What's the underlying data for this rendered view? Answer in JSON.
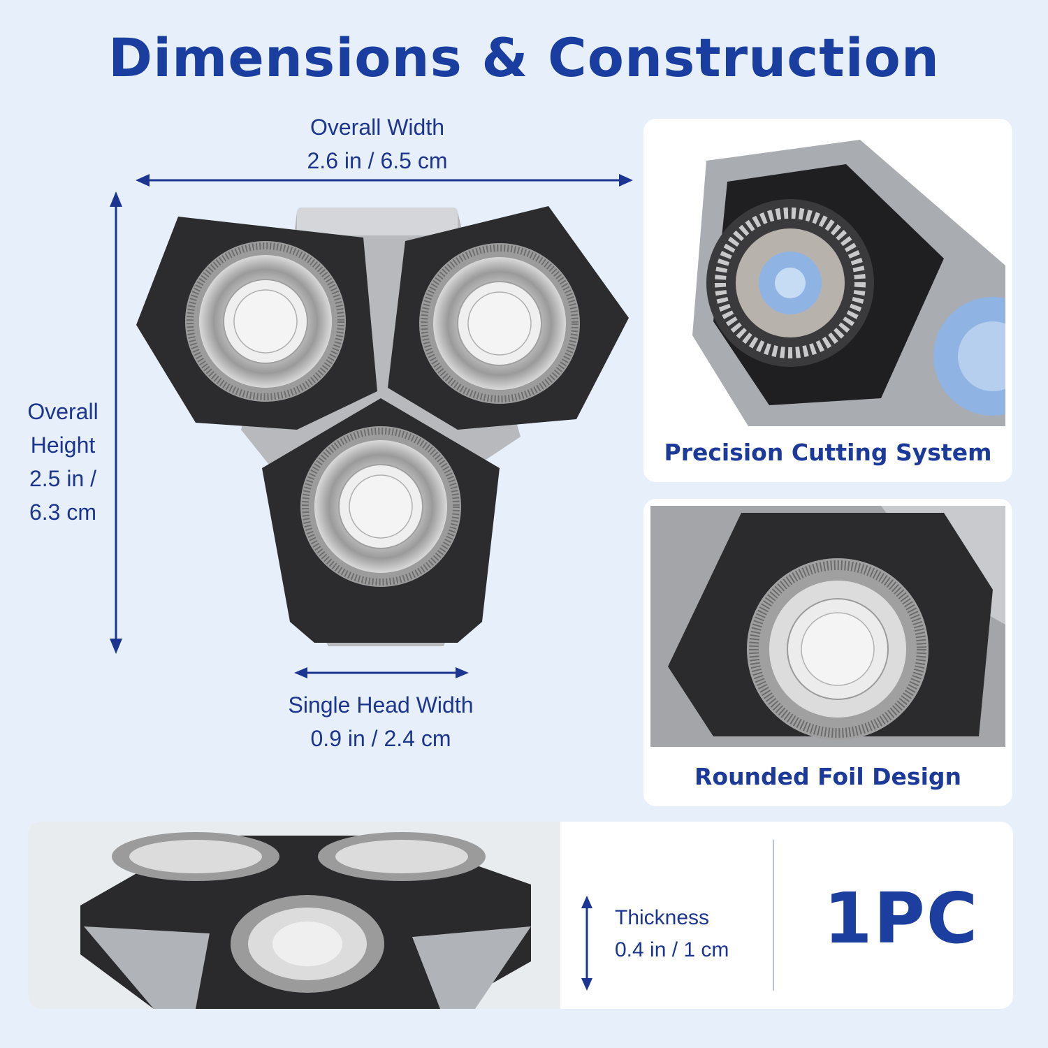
{
  "title": "Dimensions & Construction",
  "overall_width": {
    "label": "Overall Width",
    "value": "2.6 in / 6.5 cm"
  },
  "overall_height": {
    "label_1": "Overall",
    "label_2": "Height",
    "value_1": "2.5 in /",
    "value_2": "6.3 cm"
  },
  "single_head_width": {
    "label": "Single Head Width",
    "value": "0.9 in / 2.4 cm"
  },
  "feature_cards": [
    {
      "caption": "Precision Cutting System"
    },
    {
      "caption": "Rounded Foil Design"
    }
  ],
  "thickness": {
    "label": "Thickness",
    "value": "0.4 in / 1 cm"
  },
  "quantity": "1PC",
  "colors": {
    "accent": "#1a3ea0",
    "background": "#e6effa",
    "card": "#ffffff",
    "rubber": "#2b2b2d"
  }
}
